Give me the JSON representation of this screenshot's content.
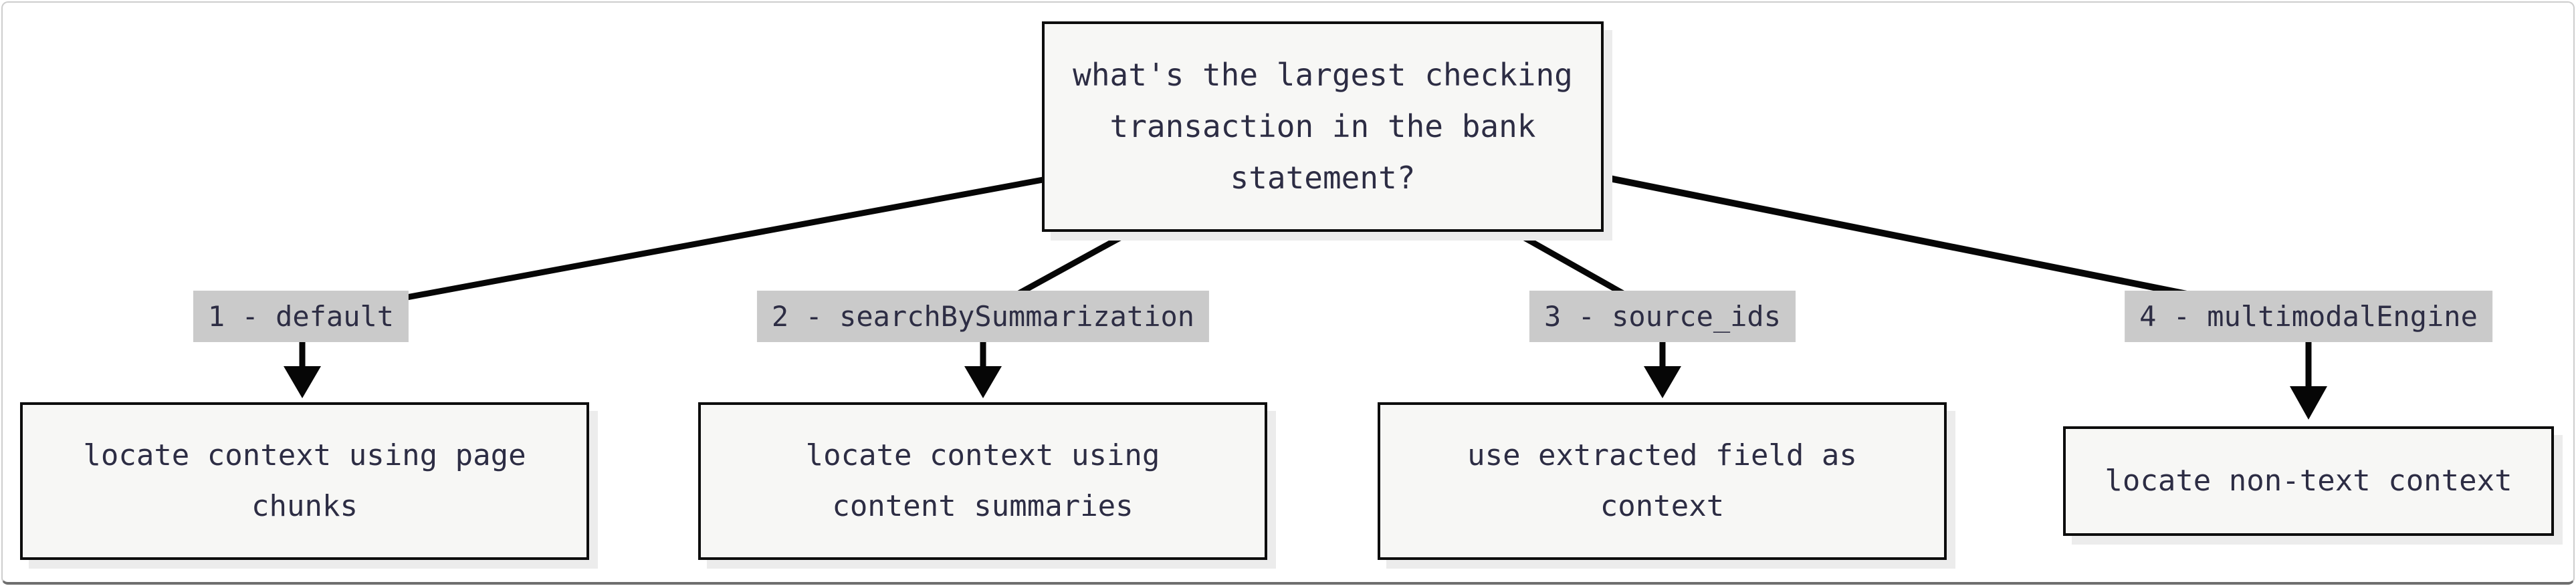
{
  "diagram": {
    "root": {
      "lines": [
        "what's the largest checking",
        "transaction in the bank",
        "statement?"
      ]
    },
    "branches": [
      {
        "edge_label": "1 - default",
        "node_lines": [
          "locate context using page",
          "chunks"
        ]
      },
      {
        "edge_label": "2 - searchBySummarization",
        "node_lines": [
          "locate context using",
          "content summaries"
        ]
      },
      {
        "edge_label": "3 - source_ids",
        "node_lines": [
          "use extracted field as",
          "context"
        ]
      },
      {
        "edge_label": "4 - multimodalEngine",
        "node_lines": [
          "locate non-text context"
        ]
      }
    ],
    "colors": {
      "node_fill": "#f7f7f5",
      "node_border": "#0d0d0d",
      "text": "#2d2d44",
      "edge_label_bg": "#cacaca",
      "edge_line": "#060606",
      "node_shadow": "#ececec",
      "frame_border": "#cdcdcd",
      "frame_bottom": "#6e6e6e",
      "page_bg": "#ffffff"
    }
  }
}
